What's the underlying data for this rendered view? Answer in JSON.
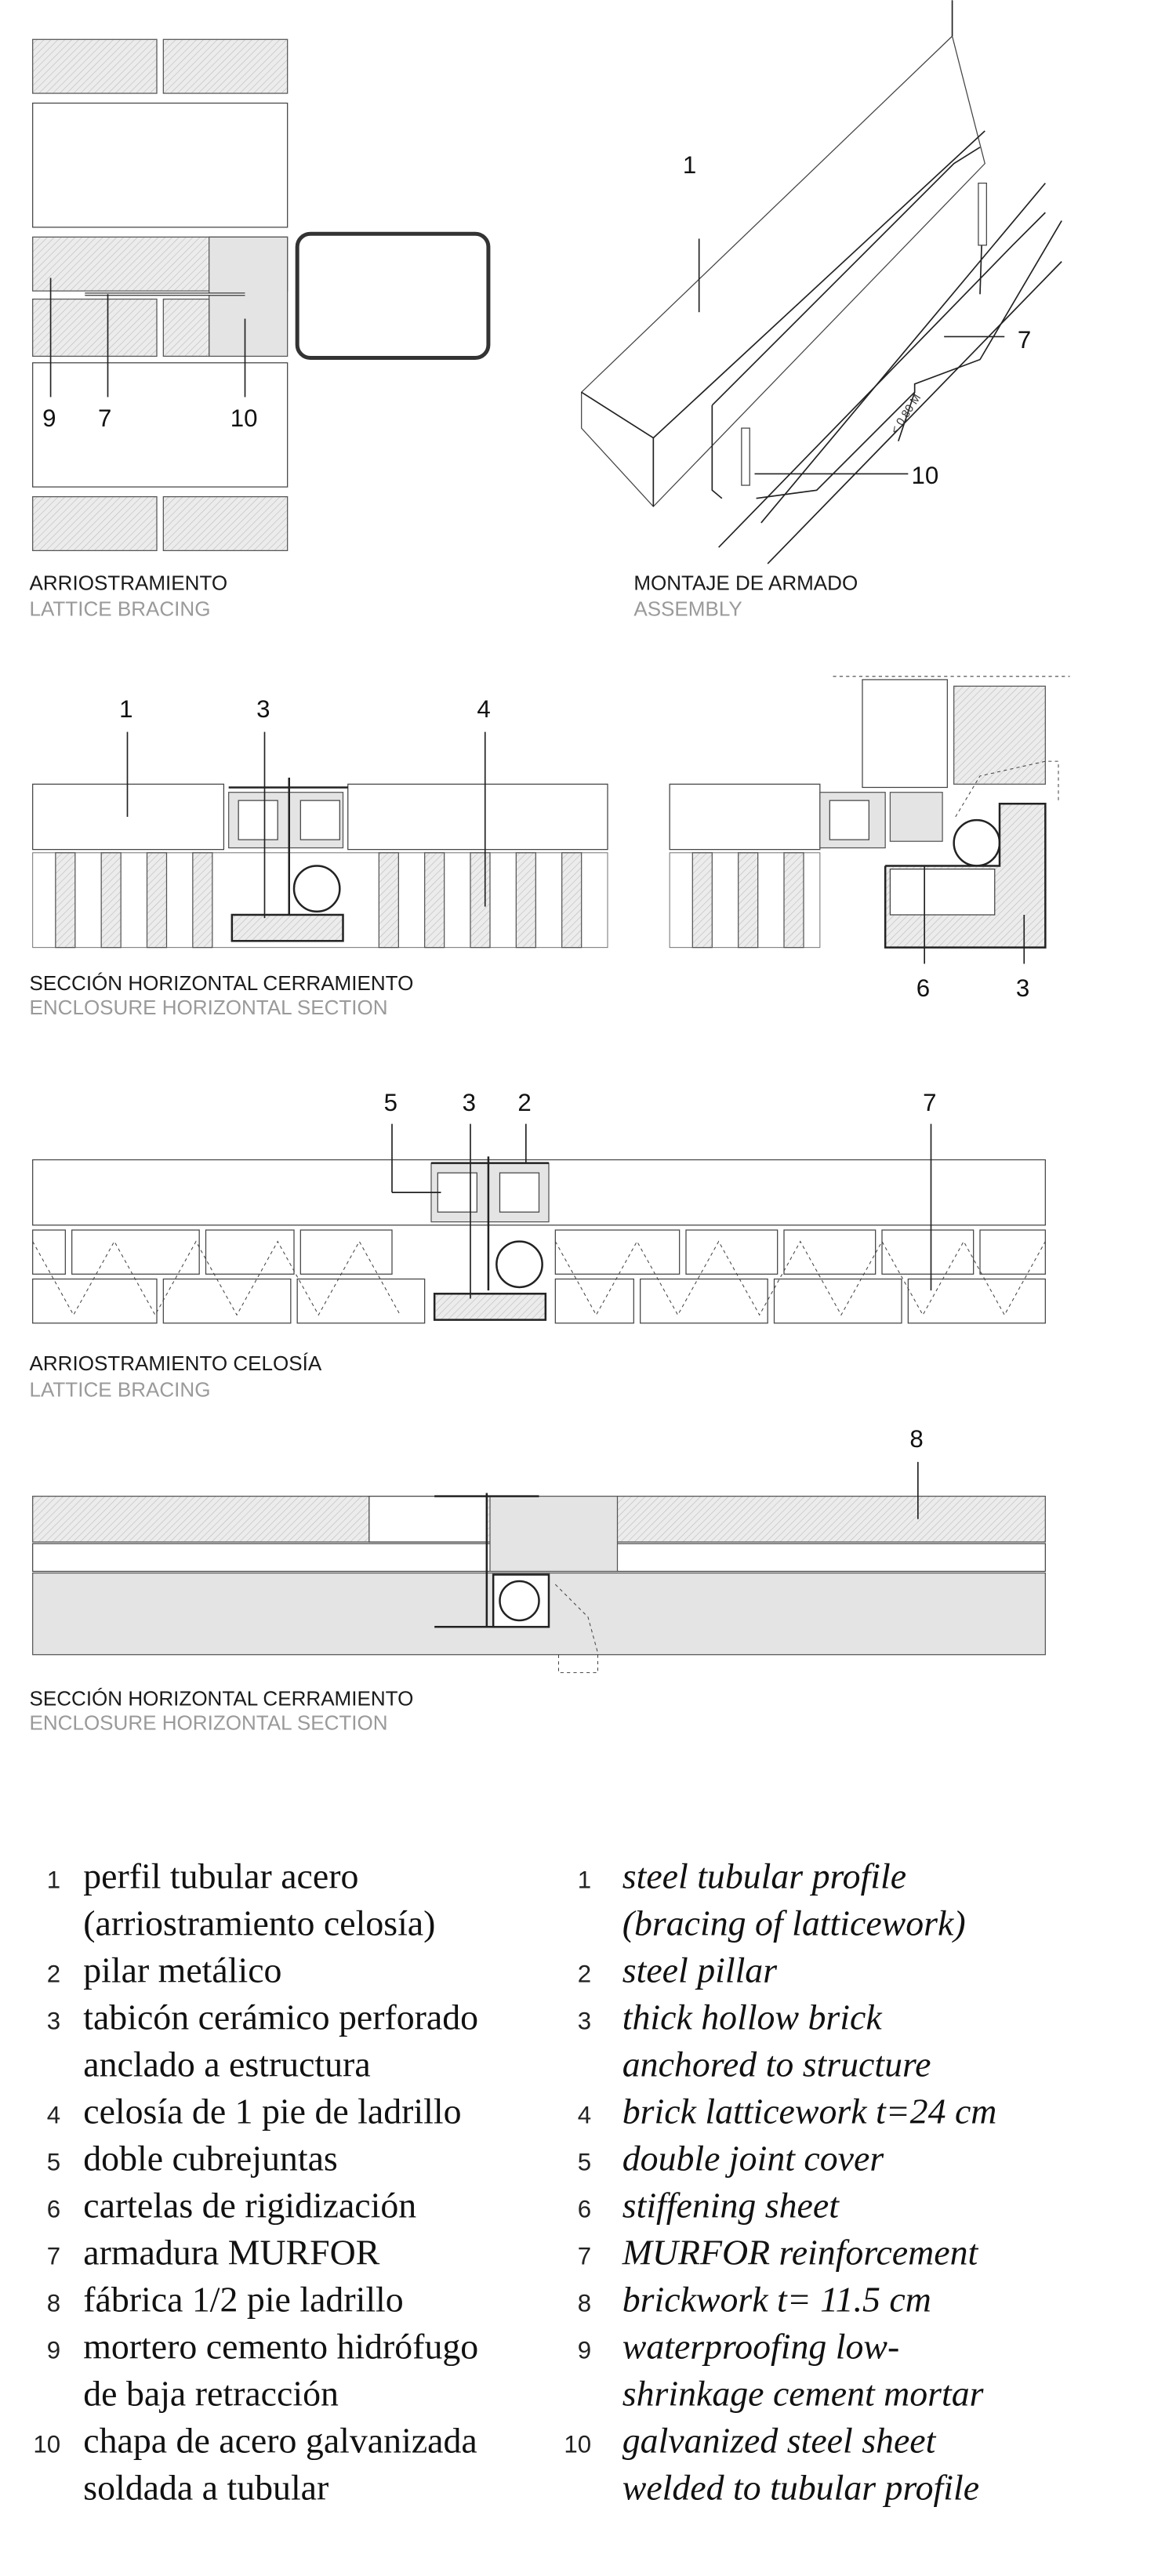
{
  "drawings": {
    "bracing_plan": {
      "caption_es": "ARRIOSTRAMIENTO",
      "caption_en": "LATTICE BRACING",
      "callouts": [
        "9",
        "7",
        "10"
      ]
    },
    "assembly": {
      "caption_es": "MONTAJE DE ARMADO",
      "caption_en": "ASSEMBLY",
      "callouts": [
        "1",
        "7",
        "10"
      ],
      "dimension": "< 0,80 M"
    },
    "section_1": {
      "caption_es": "SECCIÓN HORIZONTAL CERRAMIENTO",
      "caption_en": "ENCLOSURE HORIZONTAL SECTION",
      "callouts_left": [
        "1",
        "3",
        "4"
      ],
      "callouts_right": [
        "6",
        "3"
      ]
    },
    "lattice": {
      "caption_es": "ARRIOSTRAMIENTO CELOSÍA",
      "caption_en": "LATTICE BRACING",
      "callouts": [
        "5",
        "3",
        "2",
        "7"
      ]
    },
    "section_2": {
      "caption_es": "SECCIÓN HORIZONTAL CERRAMIENTO",
      "caption_en": "ENCLOSURE HORIZONTAL SECTION",
      "callouts": [
        "8"
      ]
    }
  },
  "legend": [
    {
      "n": "1",
      "es": [
        "perfil tubular acero",
        "(arriostramiento celosía)"
      ],
      "en": [
        "steel tubular profile",
        "(bracing of latticework)"
      ]
    },
    {
      "n": "2",
      "es": [
        "pilar metálico"
      ],
      "en": [
        "steel pillar"
      ]
    },
    {
      "n": "3",
      "es": [
        "tabicón cerámico perforado",
        "anclado a estructura"
      ],
      "en": [
        "thick hollow brick",
        "anchored to structure"
      ]
    },
    {
      "n": "4",
      "es": [
        "celosía de 1 pie de ladrillo"
      ],
      "en": [
        "brick latticework t=24 cm"
      ]
    },
    {
      "n": "5",
      "es": [
        "doble cubrejuntas"
      ],
      "en": [
        "double joint cover"
      ]
    },
    {
      "n": "6",
      "es": [
        "cartelas de rigidización"
      ],
      "en": [
        "stiffening sheet"
      ]
    },
    {
      "n": "7",
      "es": [
        "armadura MURFOR"
      ],
      "en": [
        "MURFOR reinforcement"
      ]
    },
    {
      "n": "8",
      "es": [
        "fábrica 1/2 pie ladrillo"
      ],
      "en": [
        "brickwork t= 11.5 cm"
      ]
    },
    {
      "n": "9",
      "es": [
        "mortero cemento hidrófugo",
        "de baja retracción"
      ],
      "en": [
        "waterproofing low-",
        "shrinkage cement mortar"
      ]
    },
    {
      "n": "10",
      "es": [
        "chapa de acero galvanizada",
        "soldada a tubular"
      ],
      "en": [
        "galvanized steel sheet",
        "welded to tubular profile"
      ]
    }
  ]
}
